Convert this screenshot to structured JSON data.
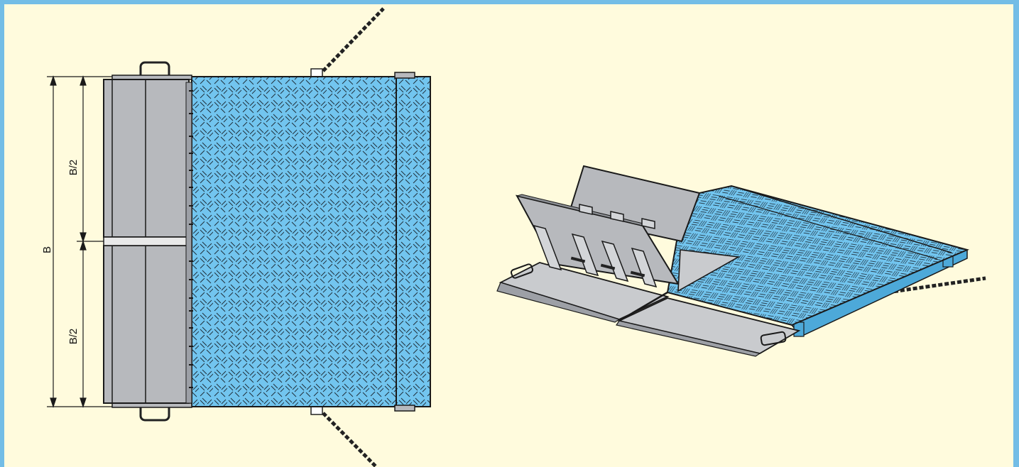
{
  "dimensions": {
    "full_width_label": "B",
    "half_width_top_label": "B/2",
    "half_width_bottom_label": "B/2"
  },
  "colors": {
    "frame": "#73bde6",
    "background": "#fffbdd",
    "plate": "#72c5ef",
    "flap": "#b7b9bd",
    "outline": "#1a1a1a"
  }
}
